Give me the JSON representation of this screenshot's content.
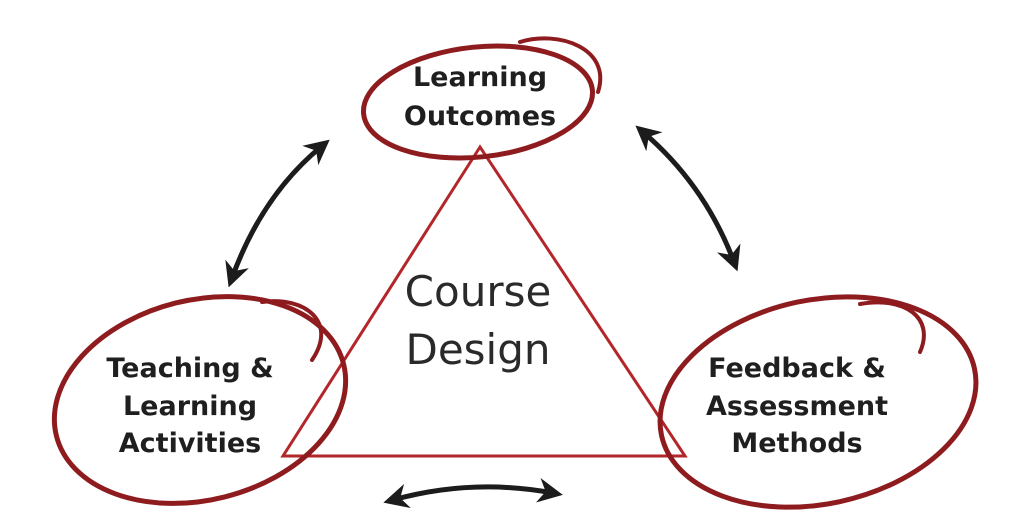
{
  "diagram": {
    "center": {
      "line1": "Course",
      "line2": "Design"
    },
    "nodes": {
      "outcomes": {
        "line1": "Learning",
        "line2": "Outcomes"
      },
      "teaching": {
        "line1": "Teaching &",
        "line2": "Learning",
        "line3": "Activities"
      },
      "feedback": {
        "line1": "Feedback &",
        "line2": "Assessment",
        "line3": "Methods"
      }
    }
  },
  "colors": {
    "circle": "#8e1c1f",
    "triangle": "#b3262a",
    "arrow": "#1c1c1c",
    "text": "#1f1f1f"
  },
  "icons": {
    "arrows": "double-headed-curved-arrow",
    "node_marker": "hand-drawn-circle"
  }
}
